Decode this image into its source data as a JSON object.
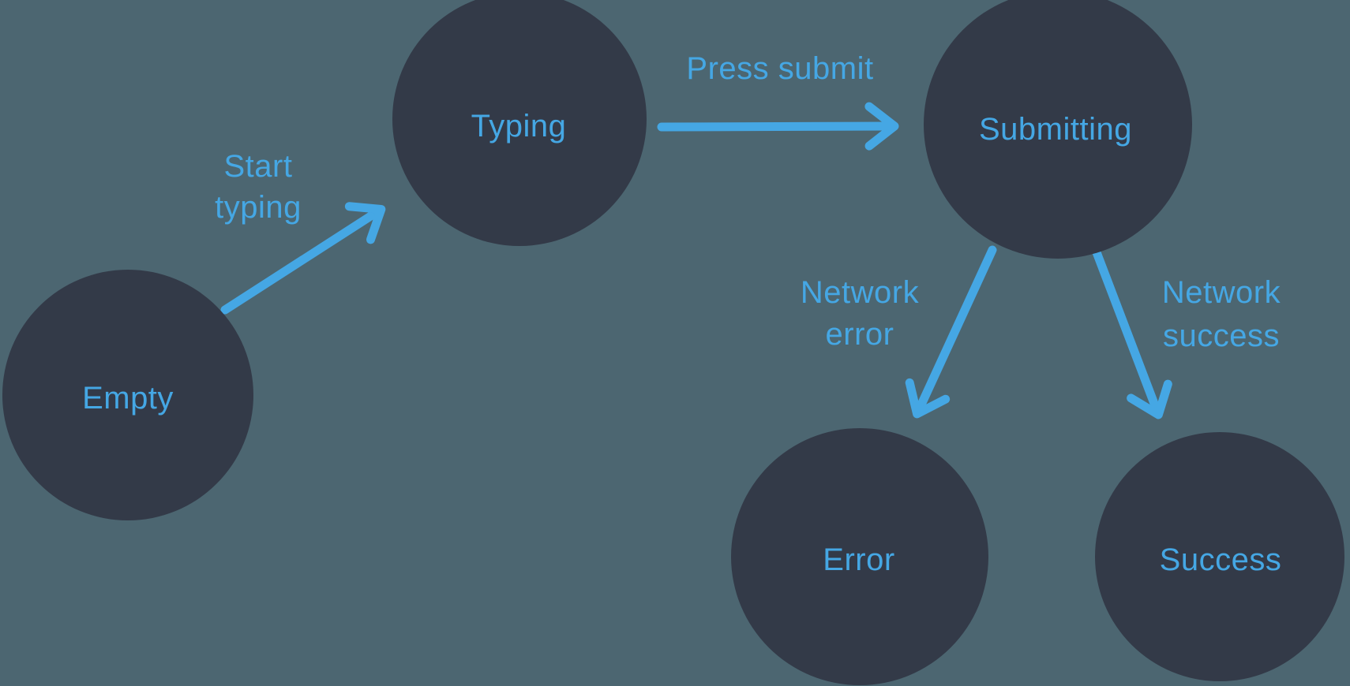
{
  "diagram": {
    "kind": "state-machine",
    "colors": {
      "background": "#4C6671",
      "node_fill": "#333A48",
      "accent": "#45A7E4"
    },
    "nodes": [
      {
        "id": "empty",
        "label": "Empty"
      },
      {
        "id": "typing",
        "label": "Typing"
      },
      {
        "id": "submitting",
        "label": "Submitting"
      },
      {
        "id": "error",
        "label": "Error"
      },
      {
        "id": "success",
        "label": "Success"
      }
    ],
    "edges": [
      {
        "from": "empty",
        "to": "typing",
        "label": "Start typing",
        "lines": [
          "Start",
          "typing"
        ]
      },
      {
        "from": "typing",
        "to": "submitting",
        "label": "Press submit",
        "lines": [
          "Press submit"
        ]
      },
      {
        "from": "submitting",
        "to": "error",
        "label": "Network error",
        "lines": [
          "Network",
          "error"
        ]
      },
      {
        "from": "submitting",
        "to": "success",
        "label": "Network success",
        "lines": [
          "Network",
          "success"
        ]
      }
    ]
  }
}
